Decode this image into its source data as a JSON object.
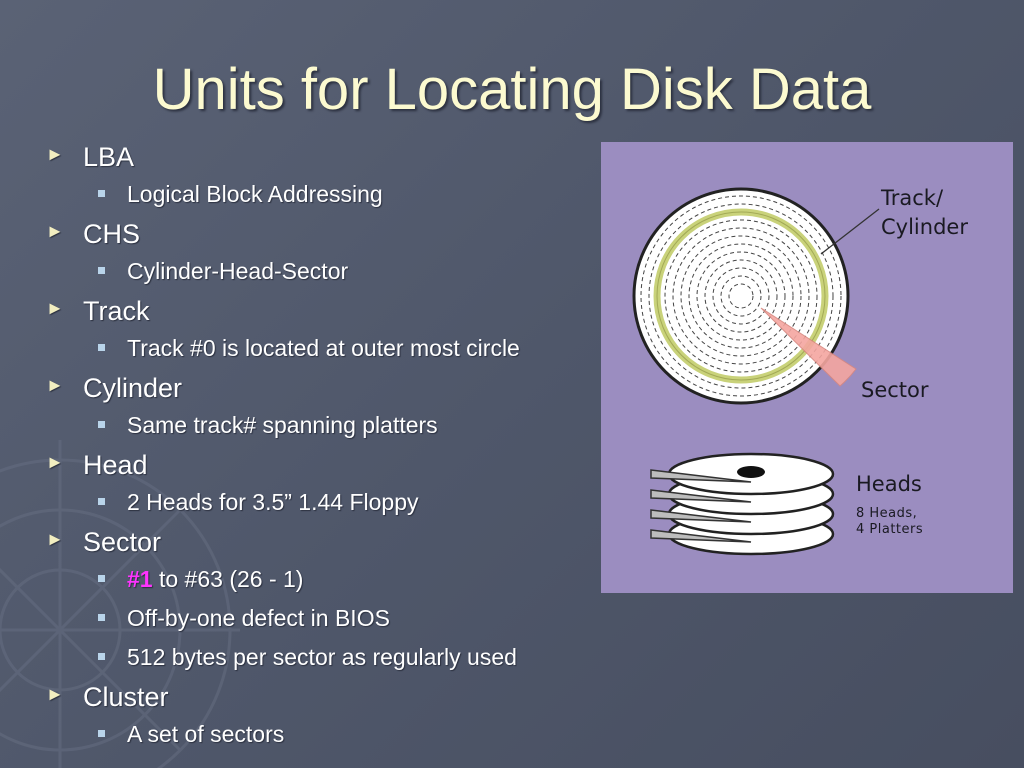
{
  "slide": {
    "title": "Units for Locating Disk Data",
    "bullets": [
      {
        "label": "LBA",
        "subs": [
          {
            "text": "Logical Block Addressing"
          }
        ]
      },
      {
        "label": "CHS",
        "subs": [
          {
            "text": "Cylinder-Head-Sector"
          }
        ]
      },
      {
        "label": "Track",
        "subs": [
          {
            "text": "Track #0 is located at outer most circle"
          }
        ]
      },
      {
        "label": "Cylinder",
        "subs": [
          {
            "text": "Same track# spanning platters"
          }
        ]
      },
      {
        "label": "Head",
        "subs": [
          {
            "text": "2 Heads for 3.5” 1.44 Floppy"
          }
        ]
      },
      {
        "label": "Sector",
        "subs": [
          {
            "highlight": "#1",
            "text": " to #63 (26 - 1)"
          },
          {
            "text": "Off-by-one defect in BIOS"
          },
          {
            "text": "512 bytes per sector as regularly used"
          }
        ]
      },
      {
        "label": "Cluster",
        "subs": [
          {
            "text": "A set of sectors"
          }
        ]
      }
    ]
  },
  "figure": {
    "track_label_line1": "Track/",
    "track_label_line2": "Cylinder",
    "sector_label": "Sector",
    "heads_label": "Heads",
    "heads_detail_line1": "8 Heads,",
    "heads_detail_line2": "4 Platters"
  },
  "colors": {
    "title": "#fcfad0",
    "highlight": "#ff33ff",
    "figure_bg": "#9b8dc0",
    "track_ring": "#d8e08a",
    "sector": "#f4a6a0"
  }
}
